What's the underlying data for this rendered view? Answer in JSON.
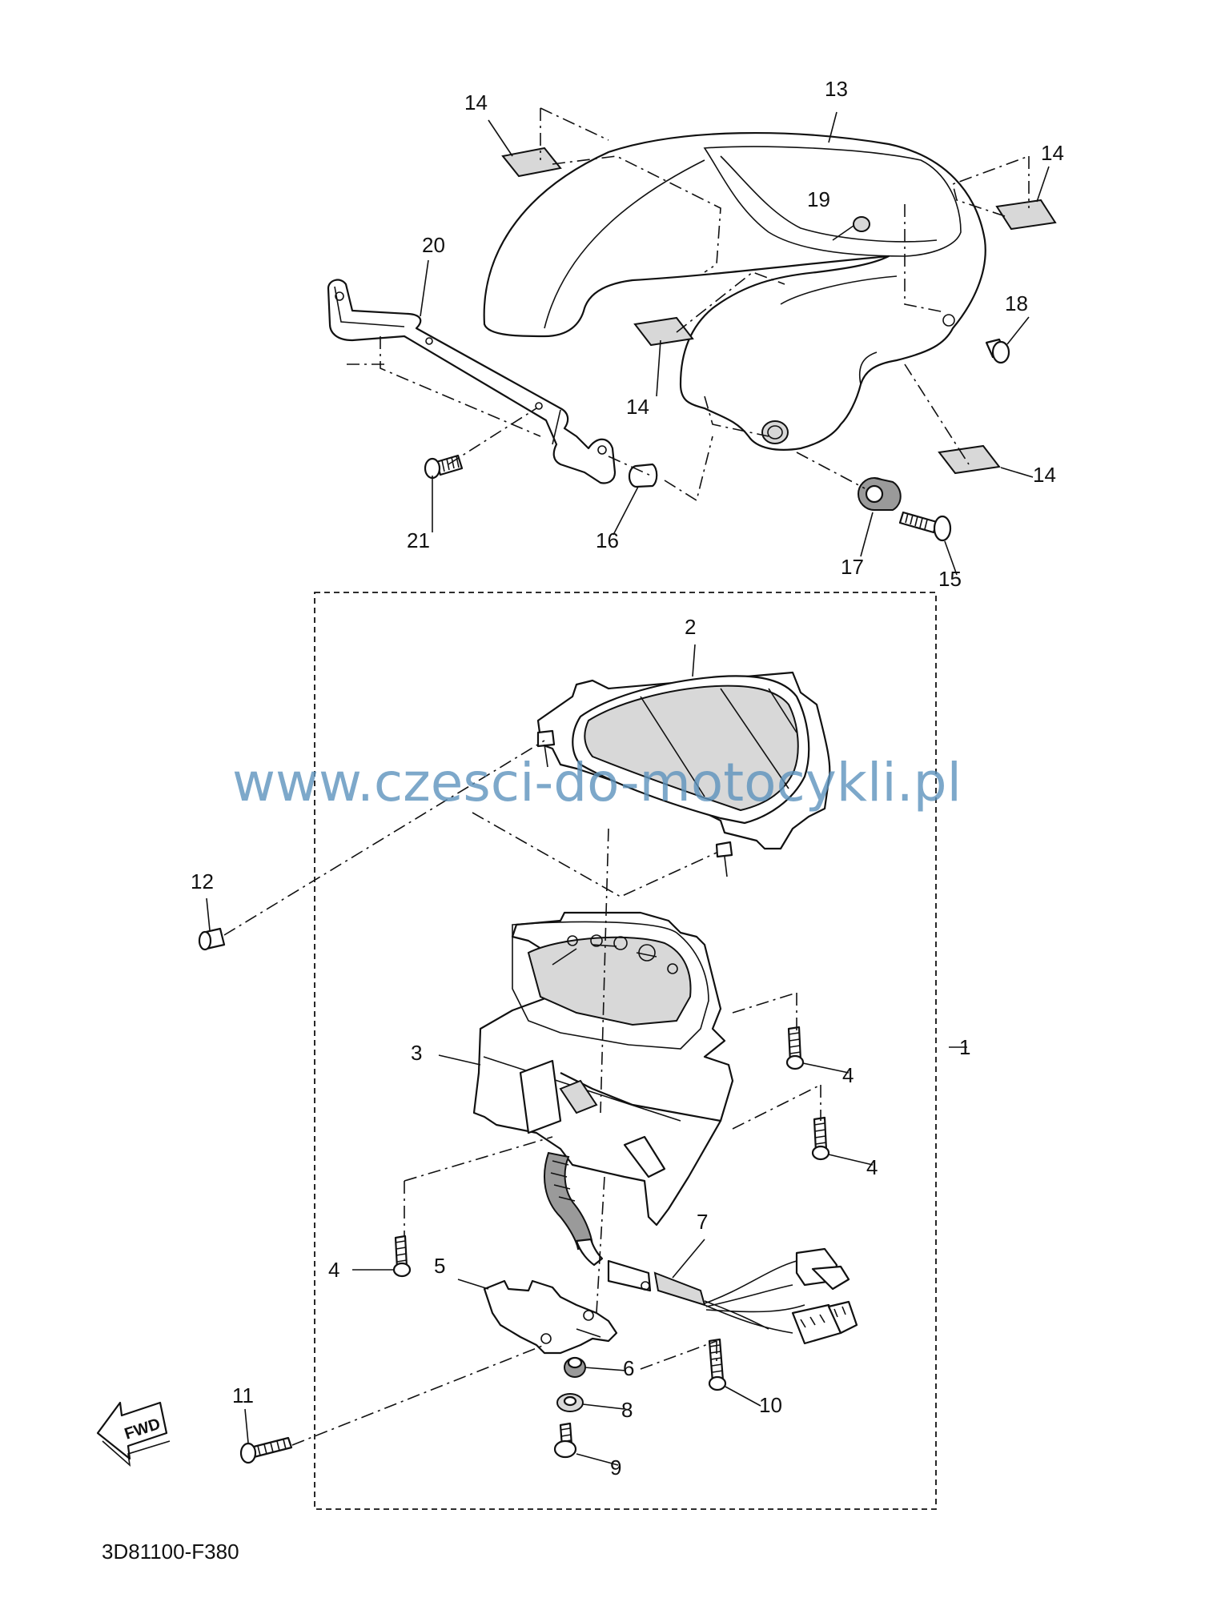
{
  "diagram": {
    "code": "3D81100-F380",
    "watermark": "www.czesci-do-motocykli.pl",
    "fwd_label": "FWD",
    "callouts": {
      "c1": "1",
      "c2": "2",
      "c3": "3",
      "c4a": "4",
      "c4b": "4",
      "c4c": "4",
      "c5": "5",
      "c6": "6",
      "c7": "7",
      "c8": "8",
      "c9": "9",
      "c10": "10",
      "c11": "11",
      "c12": "12",
      "c13": "13",
      "c14a": "14",
      "c14b": "14",
      "c14c": "14",
      "c14d": "14",
      "c15": "15",
      "c16": "16",
      "c17": "17",
      "c18": "18",
      "c19": "19",
      "c20": "20",
      "c21": "21"
    }
  }
}
